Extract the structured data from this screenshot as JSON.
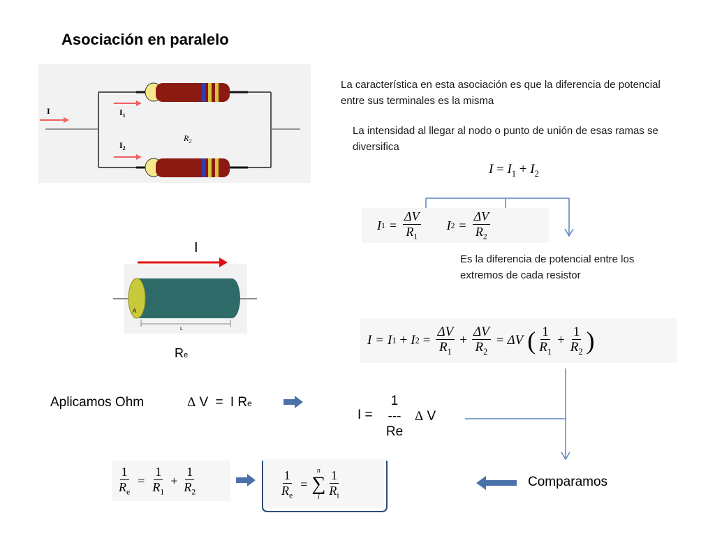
{
  "title": "Asociación en paralelo",
  "circuit": {
    "label_I": "I",
    "label_I1": "I",
    "label_I1_sub": "1",
    "label_I2": "I",
    "label_I2_sub": "2",
    "label_R2": "R",
    "label_R2_sub": "2"
  },
  "text": {
    "characteristic": "La característica en esta asociación es que la diferencia de potencial entre sus terminales es la misma",
    "intensity": "La intensidad al llegar al nodo o punto de unión de esas ramas se diversifica",
    "potential_diff": "Es la diferencia de potencial entre los extremos de cada resistor",
    "ohm": "Aplicamos Ohm",
    "comparamos": "Comparamos"
  },
  "resistor": {
    "current_label": "I",
    "label_A": "A",
    "label_L": "L",
    "label_Re": "R",
    "label_Re_sub": "e"
  },
  "equations": {
    "sum_I": {
      "lhs": "I",
      "eq": "=",
      "t1": "I",
      "s1": "1",
      "plus": "+",
      "t2": "I",
      "s2": "2"
    },
    "I1": {
      "lhs": "I",
      "sub": "1",
      "eq": "=",
      "num": "ΔV",
      "den": "R",
      "den_sub": "1"
    },
    "I2": {
      "lhs": "I",
      "sub": "2",
      "eq": "=",
      "num": "ΔV",
      "den": "R",
      "den_sub": "2"
    },
    "big": {
      "lhs": "I",
      "eq": "=",
      "t1": "I",
      "s1": "1",
      "plus": "+",
      "t2": "I",
      "s2": "2",
      "f1_num": "ΔV",
      "f1_den": "R",
      "f1_sub": "1",
      "f2_num": "ΔV",
      "f2_den": "R",
      "f2_sub": "2",
      "dv": "ΔV",
      "p1_num": "1",
      "p1_den": "R",
      "p1_sub": "1",
      "p2_num": "1",
      "p2_den": "R",
      "p2_sub": "2"
    },
    "ohm": {
      "delta": "Δ",
      "v": "V",
      "eq": "=",
      "i": "I",
      "r": "R",
      "sub": "e"
    },
    "i_eq": {
      "lhs": "I =",
      "num": "1",
      "dashes": "---",
      "den": "Re",
      "delta": "Δ",
      "v": "V"
    },
    "inv_re": {
      "num": "1",
      "den": "R",
      "den_sub": "e",
      "eq": "=",
      "f1_num": "1",
      "f1_den": "R",
      "f1_sub": "1",
      "plus": "+",
      "f2_num": "1",
      "f2_den": "R",
      "f2_sub": "2"
    },
    "sum_formula": {
      "num": "1",
      "den": "R",
      "den_sub": "e",
      "eq": "=",
      "sigma": "∑",
      "sigma_top": "n",
      "sigma_bottom": "i",
      "f_num": "1",
      "f_den": "R",
      "f_sub": "i"
    }
  },
  "colors": {
    "blue_arrow": "#4a72a8",
    "red_arrow": "#e01010",
    "resistor_body": "#8b1a12",
    "cylinder": "#2e6b68"
  }
}
